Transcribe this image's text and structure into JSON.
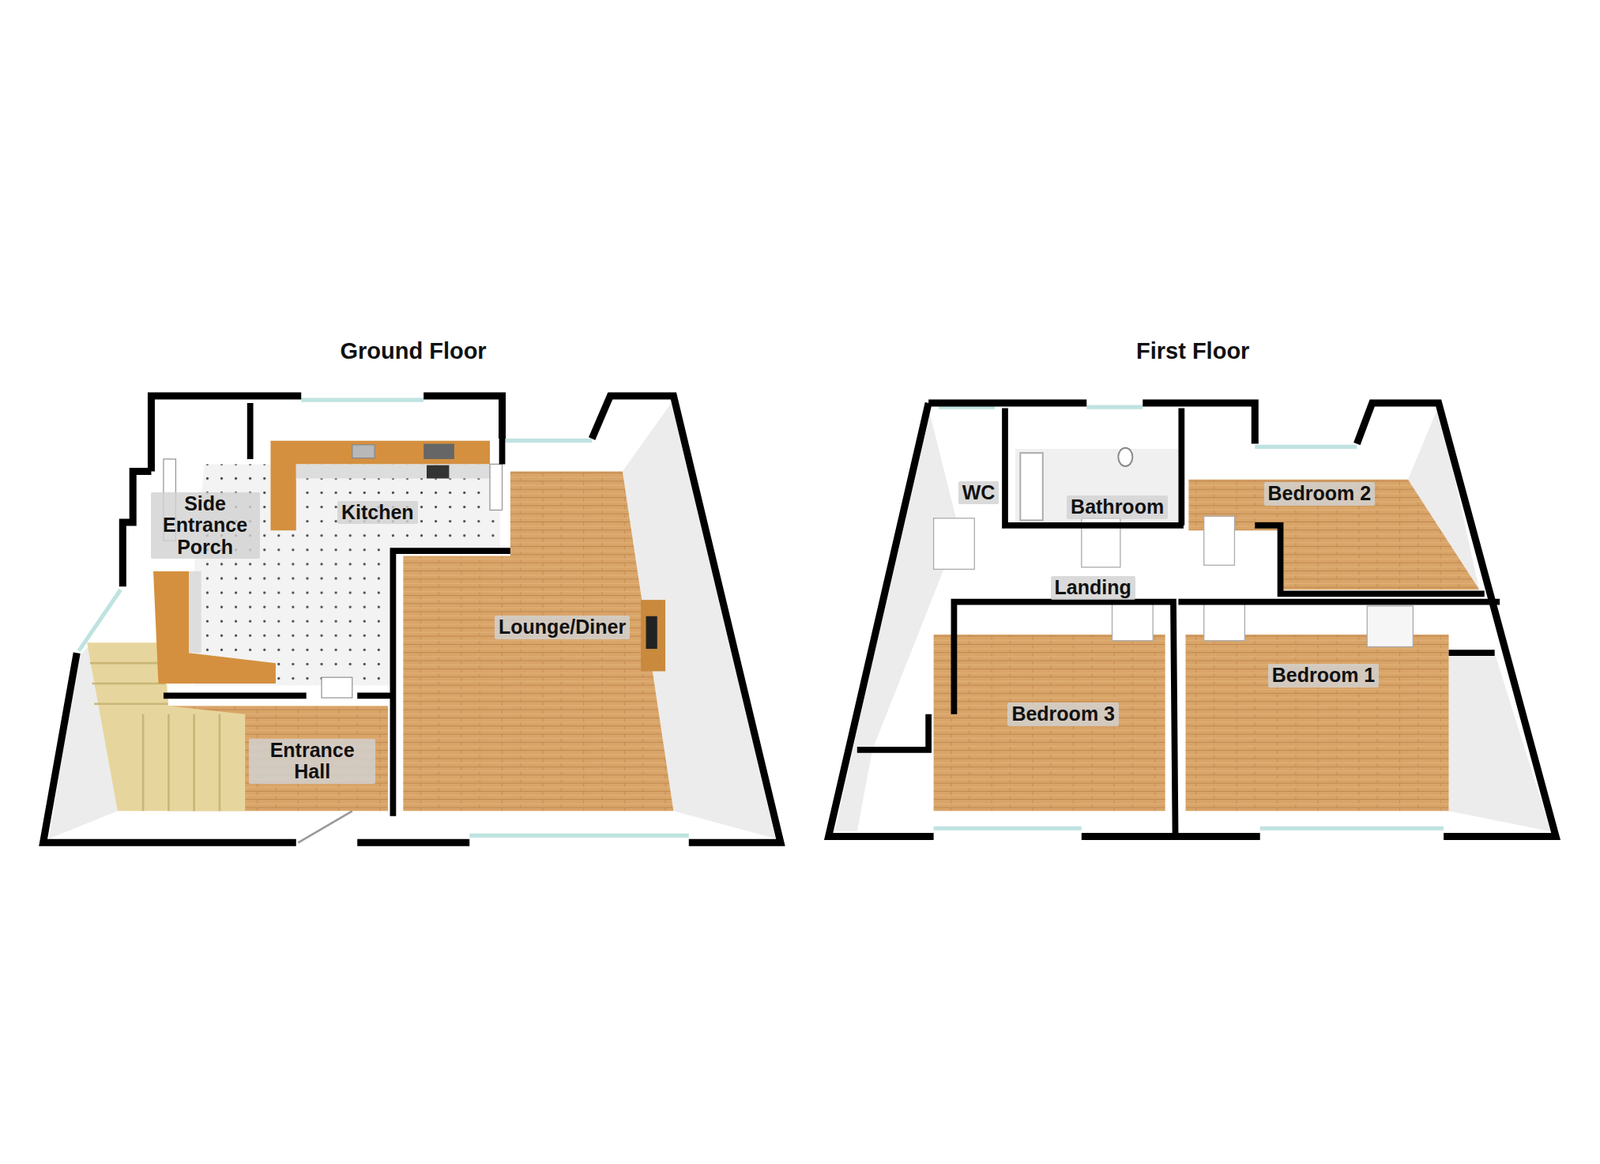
{
  "diagram": {
    "nodes": [
      {
        "text": [
          "Ground Floor"
        ]
      },
      {
        "text": [
          "Side Entrance Porch"
        ],
        "in": 0
      },
      {
        "text": [
          "Kitchen"
        ],
        "in": 0
      },
      {
        "text": [
          "Lounge/Diner"
        ],
        "in": 0
      },
      {
        "text": [
          "Entrance Hall"
        ],
        "in": 0
      },
      {
        "text": [
          "First Floor"
        ]
      },
      {
        "text": [
          "WC"
        ],
        "in": 5
      },
      {
        "text": [
          "Bathroom"
        ],
        "in": 5
      },
      {
        "text": [
          "Bedroom 2"
        ],
        "in": 5
      },
      {
        "text": [
          "Landing"
        ],
        "in": 5
      },
      {
        "text": [
          "Bedroom 3"
        ],
        "in": 5
      },
      {
        "text": [
          "Bedroom 1"
        ],
        "in": 5
      }
    ]
  }
}
